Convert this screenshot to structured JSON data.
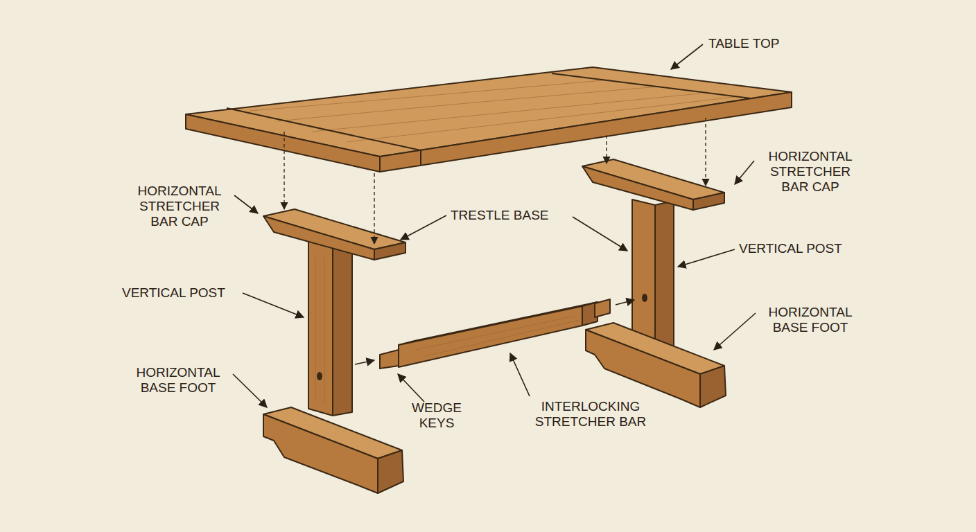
{
  "diagram": {
    "labels": [
      "TABLE TOP",
      "HORIZONTAL STRETCHER BAR CAP",
      "TRESTLE BASE",
      "HORIZONTAL STRETCHER BAR CAP",
      "VERTICAL POST",
      "VERTICAL POST",
      "HORIZONTAL BASE FOOT",
      "HORIZONTAL BASE FOOT",
      "WEDGE KEYS",
      "INTERLOCKING STRETCHER BAR"
    ]
  }
}
